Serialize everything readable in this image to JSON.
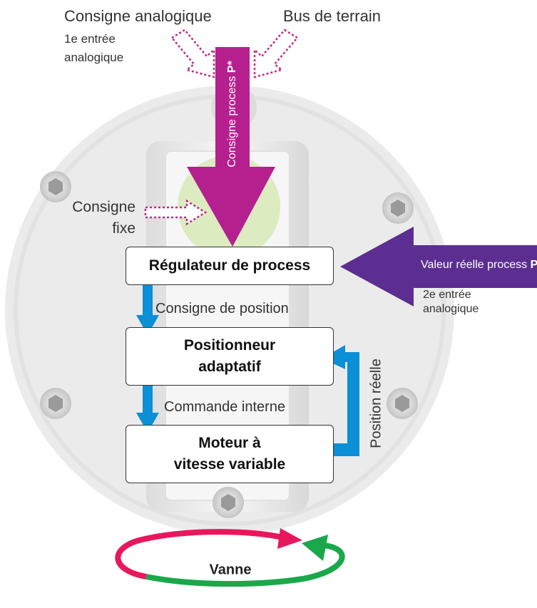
{
  "labels": {
    "analog_setpoint": "Consigne analogique",
    "analog_input_1": "1e entrée\nanalogique",
    "fieldbus": "Bus de terrain",
    "process_setpoint": "Consigne process",
    "process_setpoint_symbol": "P*",
    "fixed_setpoint": "Consigne\nfixe",
    "position_setpoint": "Consigne de position",
    "internal_command": "Commande interne",
    "actual_position": "Position réelle",
    "actual_process_value": "Valeur réelle process",
    "actual_process_value_symbol": "P",
    "analog_input_2": "2e entrée\nanalogique"
  },
  "blocks": {
    "process_controller": "Régulateur de process",
    "adaptive_positioner": "Positionneur\nadaptatif",
    "variable_speed_motor": "Moteur à\nvitesse variable"
  },
  "valve": {
    "label": "Vanne"
  },
  "colors": {
    "magenta_arrow": "#b5208e",
    "purple_arrow": "#5c2e91",
    "blue_arrow": "#0b8fd6",
    "dashed_arrow": "#c0268a",
    "valve_red": "#e8175d",
    "valve_green": "#1aa84a",
    "housing": "#ebebeb",
    "window_glow": "#dcebc0"
  }
}
